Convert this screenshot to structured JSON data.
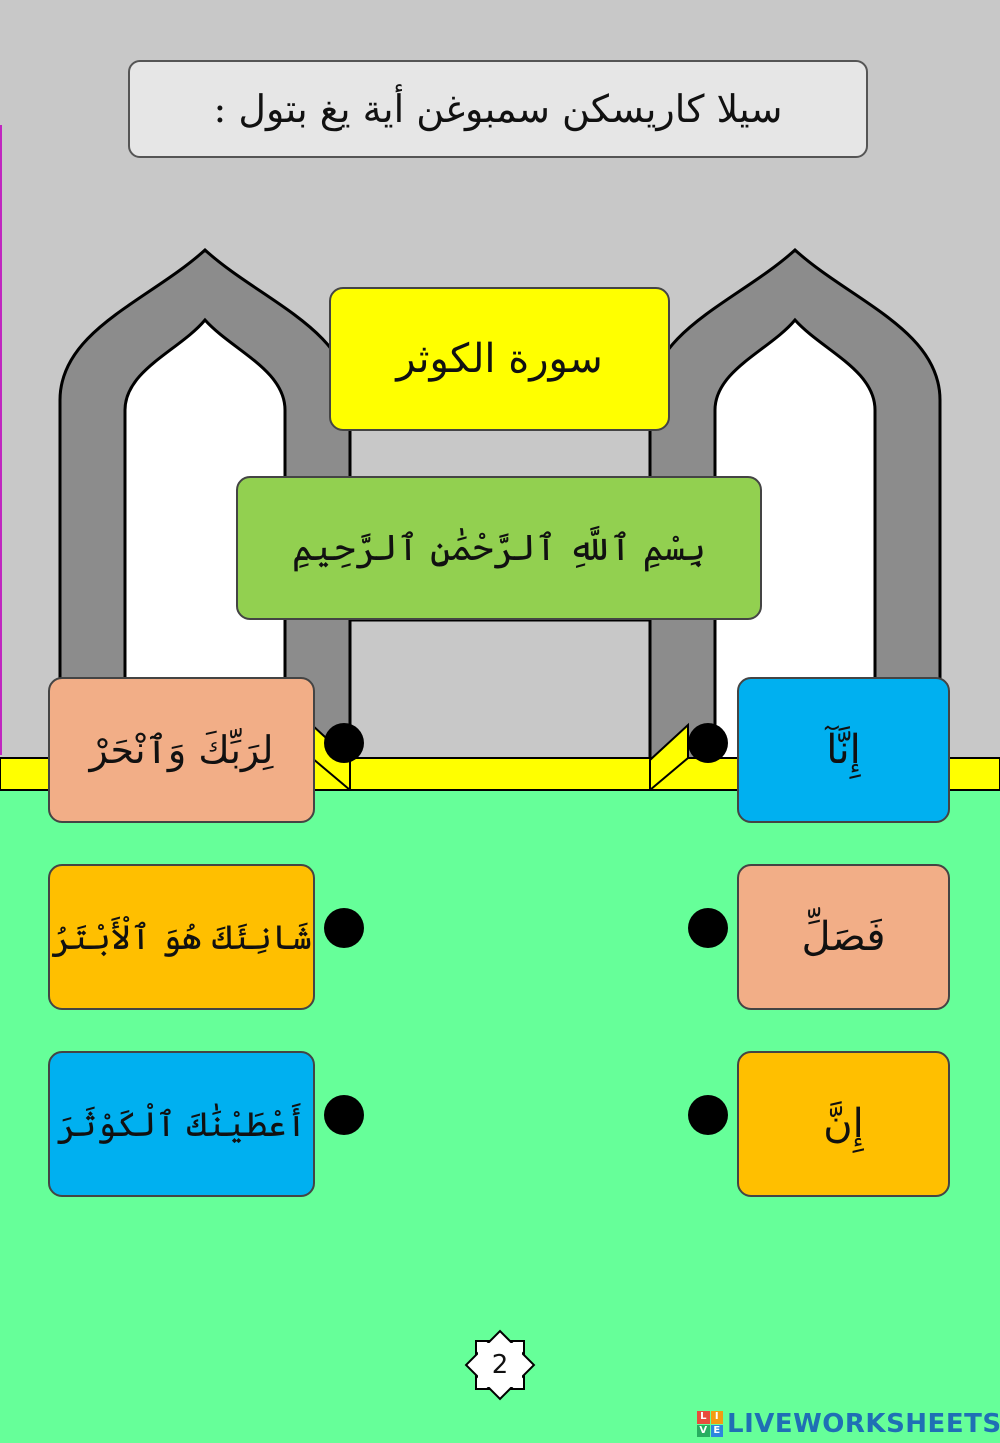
{
  "instruction": "سيلا كاريسكن سمبوغن أية يغ بتول :",
  "surah_title": "سورة الكوثر",
  "basmala": "بِسْمِ ٱللَّهِ ٱلرَّحْمَٰنِ ٱلرَّحِيمِ",
  "left_cards": [
    {
      "text": "لِرَبِّكَ وَٱنْحَرْ",
      "color": "#f2ae87"
    },
    {
      "text": "شَانِئَكَ هُوَ ٱلْأَبْتَرُ",
      "color": "#ffbf00"
    },
    {
      "text": "أَعْطَيْنَٰكَ ٱلْكَوْثَرَ",
      "color": "#00b0f0"
    }
  ],
  "right_cards": [
    {
      "text": "إِنَّآ",
      "color": "#00b0f0"
    },
    {
      "text": "فَصَلِّ",
      "color": "#f2ae87"
    },
    {
      "text": "إِنَّ",
      "color": "#ffbf00"
    }
  ],
  "page_number": "2",
  "brand": "LIVEWORKSHEETS",
  "colors": {
    "wall": "#c8c8c8",
    "ground": "#66ff99",
    "floor_stripe": "#ffff00",
    "title_card": "#ffff00",
    "basmala_card": "#92d050",
    "arch_outer": "#8c8c8c",
    "arch_inner": "#ffffff"
  },
  "icons": [
    "eight-point-star-icon",
    "brand-logo-icon"
  ]
}
